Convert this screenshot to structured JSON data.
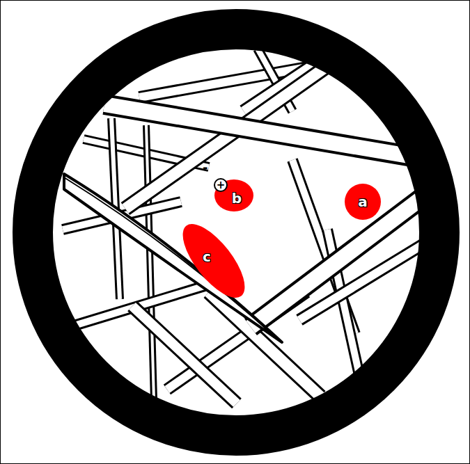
{
  "diagram": {
    "nodes": [
      {
        "text": [
          "b"
        ]
      },
      {
        "text": [
          "+"
        ],
        "in": 0
      },
      {
        "text": [
          "a"
        ]
      },
      {
        "text": [
          "c"
        ]
      }
    ],
    "labels": [
      "-"
    ]
  }
}
